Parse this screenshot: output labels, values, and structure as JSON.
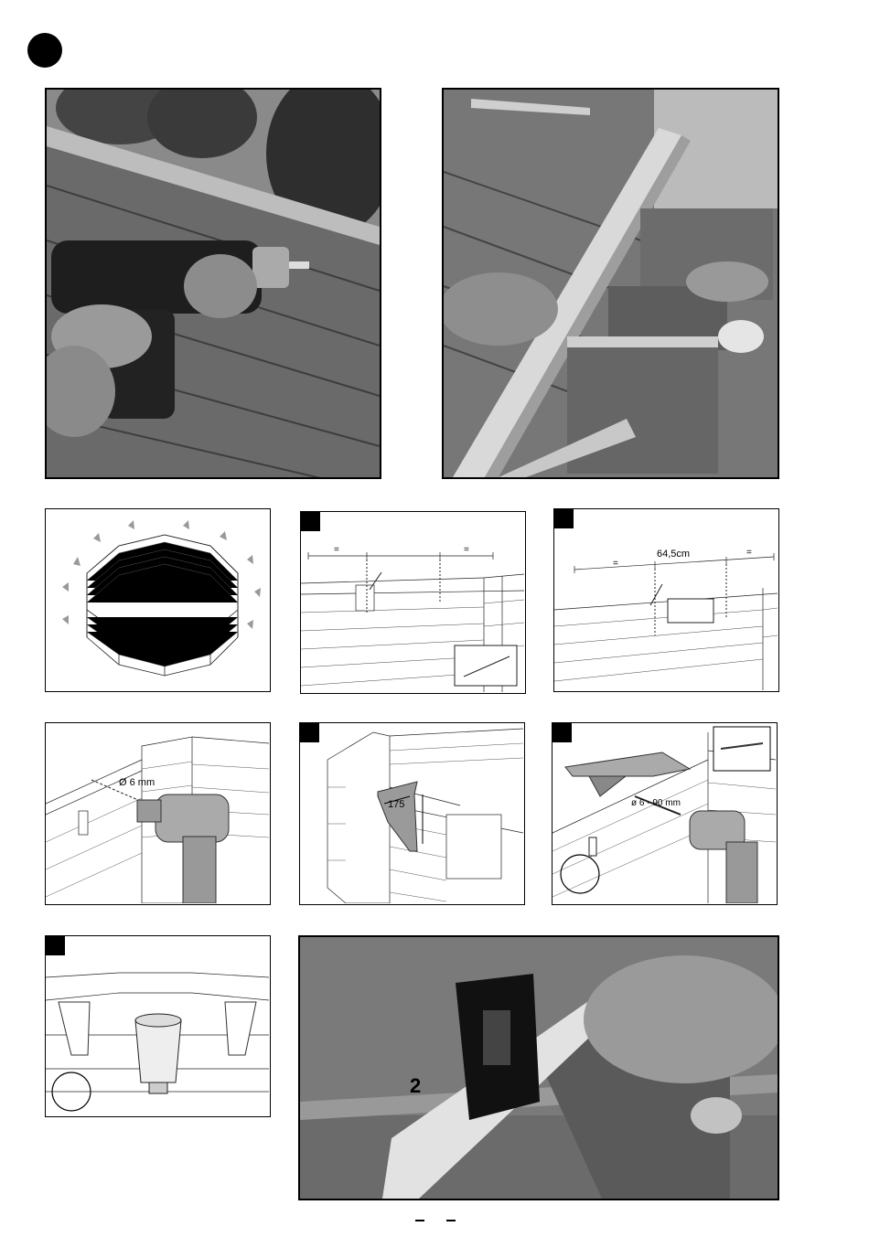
{
  "figures": {
    "fig3_width_label": "64,5cm",
    "fig4_drill_label": "Ø 6 mm",
    "fig5_bracket_label": "175",
    "fig6_screw_label": "ø 6 - 90 mm",
    "equal_sign": "="
  },
  "level_label": {
    "number": "2"
  }
}
